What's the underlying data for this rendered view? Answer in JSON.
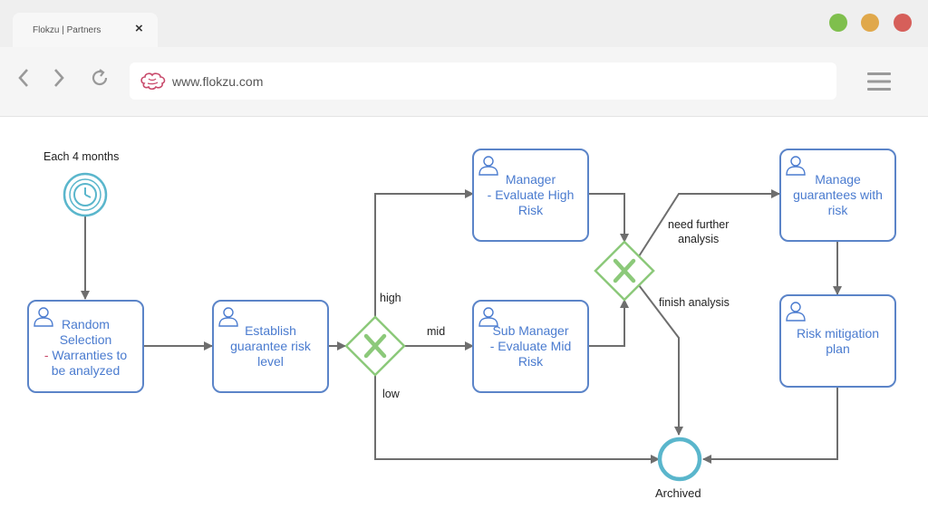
{
  "browser": {
    "tab_title": "Flokzu | Partners",
    "tab_close": "×",
    "url": "www.flokzu.com",
    "window_buttons": [
      "#7fbf4d",
      "#e0a84b",
      "#d65f5a"
    ]
  },
  "diagram": {
    "timer_label": "Each 4 months",
    "tasks": {
      "random_selection": [
        "Random",
        "Selection",
        "- Warranties to",
        "be analyzed"
      ],
      "establish_risk": [
        "Establish",
        "guarantee risk",
        "level"
      ],
      "manager_high": [
        "Manager",
        "- Evaluate High",
        "Risk"
      ],
      "submanager_mid": [
        "Sub Manager",
        "- Evaluate Mid",
        "Risk"
      ],
      "manage_guarantees": [
        "Manage",
        "guarantees with",
        "risk"
      ],
      "risk_mitigation": [
        "Risk mitigation",
        "plan"
      ]
    },
    "flow_labels": {
      "high": "high",
      "mid": "mid",
      "low": "low",
      "need_further": [
        "need further",
        "analysis"
      ],
      "finish": "finish analysis"
    },
    "end_label": "Archived",
    "colors": {
      "task_border": "#5b84c8",
      "task_text": "#4a7bcf",
      "gateway": "#8cc97a",
      "event": "#5ab6cc",
      "flow": "#6e6e6e"
    }
  }
}
